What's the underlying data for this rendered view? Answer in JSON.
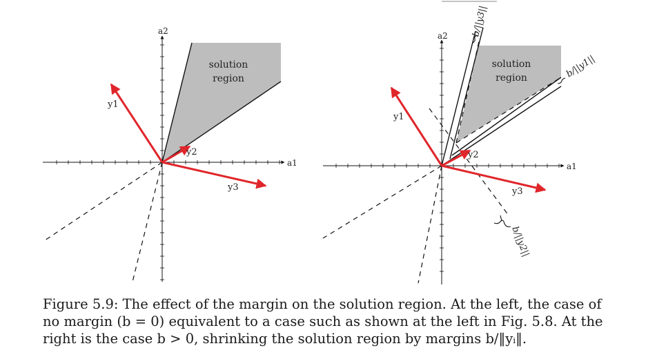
{
  "figure": {
    "left": {
      "a1": "a1",
      "a2": "a2",
      "y1": "y1",
      "y2": "y2",
      "y3": "y3",
      "region_line1": "solution",
      "region_line2": "region"
    },
    "right": {
      "a1": "a1",
      "a2": "a2",
      "y1": "y1",
      "y2": "y2",
      "y3": "y3",
      "region_line1": "solution",
      "region_line2": "region",
      "margin_y1": "b/||y1||",
      "margin_y2": "b/||y2||",
      "margin_y3": "b/||y3||"
    },
    "colors": {
      "vector": "#e0262b",
      "region": "#bdbdbd",
      "line": "#111111"
    }
  },
  "caption": {
    "line1": "Figure 5.9: The effect of the margin on the solution region.  At the left, the case of",
    "line2": "no margin (b = 0) equivalent to a case such as shown at the left in Fig. 5.8.  At the",
    "line3": "right is the case b > 0, shrinking the solution region by margins b/‖yᵢ‖."
  }
}
